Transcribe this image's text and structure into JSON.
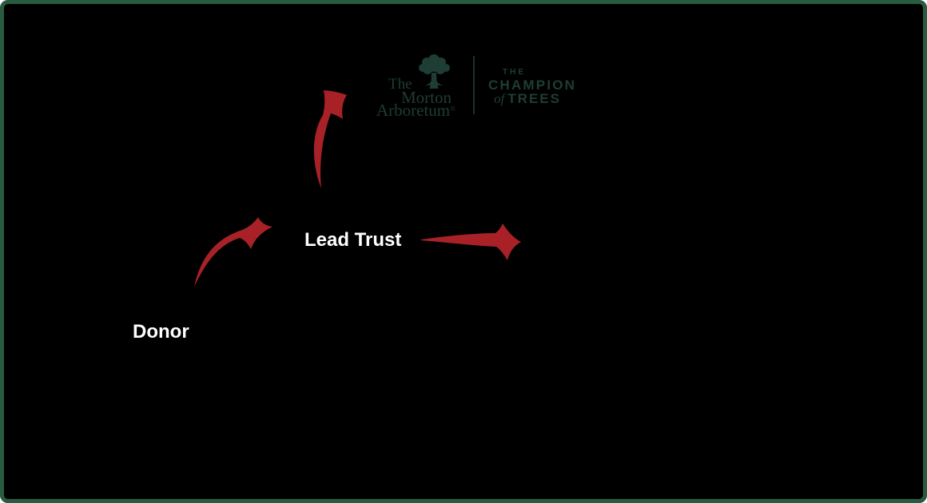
{
  "colors": {
    "canvas_black": "#000000",
    "border_green": "#295b40",
    "logo_green": "#1e3d35",
    "arrow_red": "#a82127",
    "label_white": "#ffffff"
  },
  "logo": {
    "name_line1": "The",
    "name_line2": "Morton",
    "name_line3": "Arboretum",
    "registered_mark": "®",
    "tagline_the": "THE",
    "tagline_champion": "CHAMPION",
    "tagline_of": "of",
    "tagline_trees": "TREES"
  },
  "diagram": {
    "donor_label": "Donor",
    "lead_trust_label": "Lead Trust"
  }
}
